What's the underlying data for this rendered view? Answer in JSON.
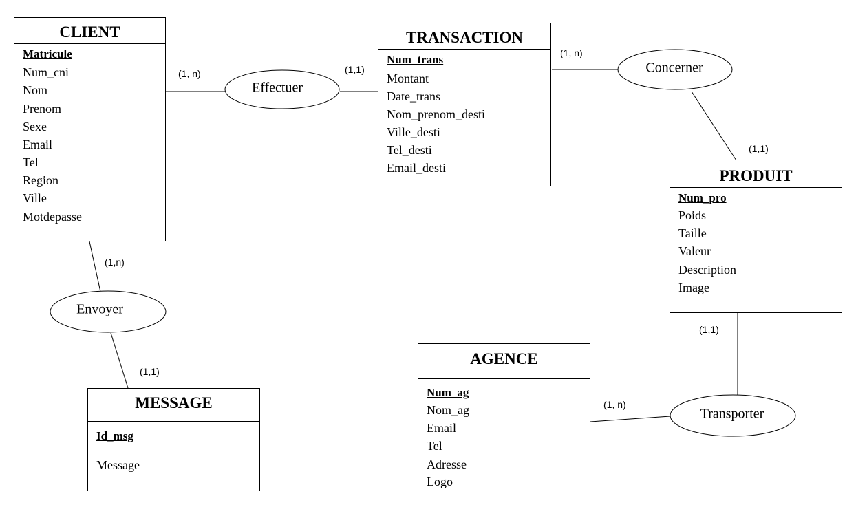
{
  "entities": {
    "client": {
      "title": "CLIENT",
      "key": "Matricule",
      "attributes": [
        "Num_cni",
        "Nom",
        "Prenom",
        "Sexe",
        "Email",
        "Tel",
        "Region",
        "Ville",
        "Motdepasse"
      ]
    },
    "transaction": {
      "title": "TRANSACTION",
      "key": "Num_trans",
      "attributes": [
        "Montant",
        "Date_trans",
        "Nom_prenom_desti",
        "Ville_desti",
        "Tel_desti",
        "Email_desti"
      ]
    },
    "produit": {
      "title": "PRODUIT",
      "key": "Num_pro",
      "attributes": [
        "Poids",
        "Taille",
        "Valeur",
        "Description",
        "Image"
      ]
    },
    "agence": {
      "title": "AGENCE",
      "key": "Num_ag",
      "attributes": [
        "Nom_ag",
        "Email",
        "Tel",
        "Adresse",
        "Logo"
      ]
    },
    "message": {
      "title": "MESSAGE",
      "key": "Id_msg",
      "attributes": [
        "Message"
      ]
    }
  },
  "associations": {
    "effectuer": "Effectuer",
    "concerner": "Concerner",
    "envoyer": "Envoyer",
    "transporter": "Transporter"
  },
  "cardinalities": {
    "client_effectuer": "(1, n)",
    "transaction_effectuer": "(1,1)",
    "transaction_concerner": "(1, n)",
    "produit_concerner": "(1,1)",
    "client_envoyer": "(1,n)",
    "message_envoyer": "(1,1)",
    "produit_transporter": "(1,1)",
    "agence_transporter": "(1, n)"
  }
}
